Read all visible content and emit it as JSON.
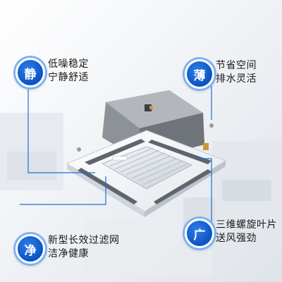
{
  "features": {
    "top_left": {
      "badge": "静",
      "line1": "低噪稳定",
      "line2": "宁静舒适"
    },
    "top_right": {
      "badge": "薄",
      "line1": "节省空间",
      "line2": "排水灵活"
    },
    "bottom_left": {
      "badge": "净",
      "line1": "新型长效过滤网",
      "line2": "洁净健康"
    },
    "bottom_right": {
      "badge": "广",
      "line1": "三维螺旋叶片",
      "line2": "送风强劲"
    }
  },
  "colors": {
    "accent": "#0e5ac9",
    "line": "#1a6fe0"
  }
}
